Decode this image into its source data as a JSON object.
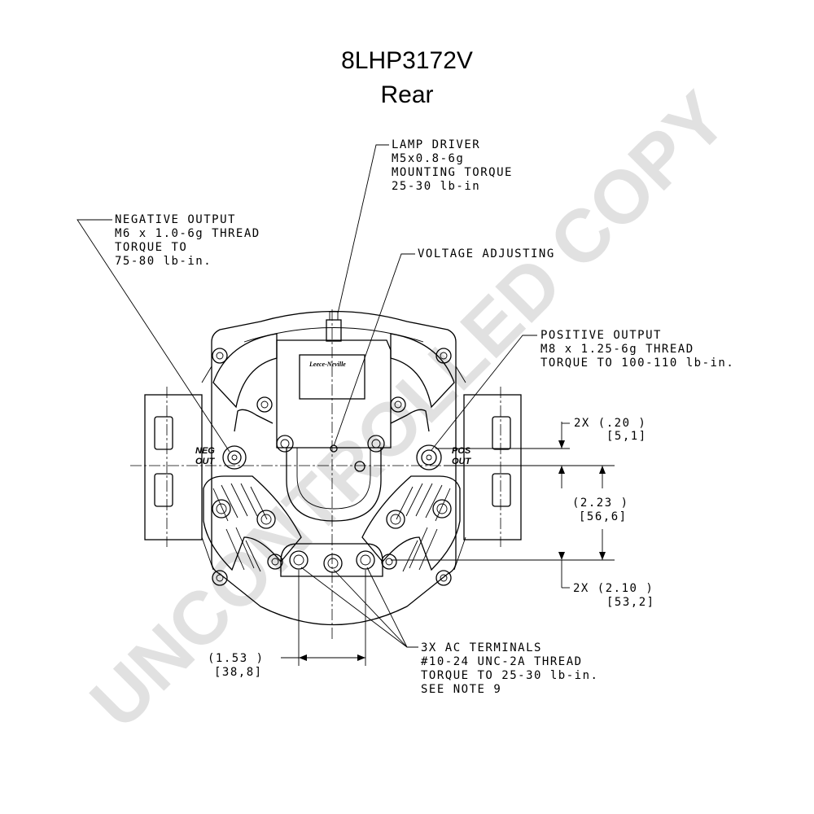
{
  "title": "8LHP3172V",
  "subtitle": "Rear",
  "watermark": "UNCONTROLLED COPY",
  "logo_text": "Leece-Neville",
  "terminal_labels": {
    "neg_1": "NEG",
    "neg_2": "OUT",
    "pos_1": "POS",
    "pos_2": "OUT"
  },
  "callouts": {
    "lamp_driver": [
      "LAMP DRIVER",
      "M5x0.8-6g",
      "MOUNTING TORQUE",
      "25-30 lb-in"
    ],
    "negative_output": [
      "NEGATIVE OUTPUT",
      "M6 x 1.0-6g THREAD",
      "TORQUE TO",
      "75-80 lb-in."
    ],
    "voltage_adjusting": [
      "VOLTAGE ADJUSTING"
    ],
    "positive_output": [
      "POSITIVE OUTPUT",
      "M8 x 1.25-6g THREAD",
      "TORQUE TO 100-110 lb-in."
    ],
    "ac_terminals": [
      "3X AC TERMINALS",
      "#10-24 UNC-2A THREAD",
      "TORQUE TO 25-30 lb-in.",
      "SEE NOTE 9"
    ]
  },
  "dimensions": {
    "d1": [
      "2X (.20  )",
      "[5,1]"
    ],
    "d2": [
      "(2.23  )",
      "[56,6]"
    ],
    "d3": [
      "2X (2.10  )",
      "[53,2]"
    ],
    "d4": [
      "(1.53  )",
      "[38,8]"
    ]
  }
}
